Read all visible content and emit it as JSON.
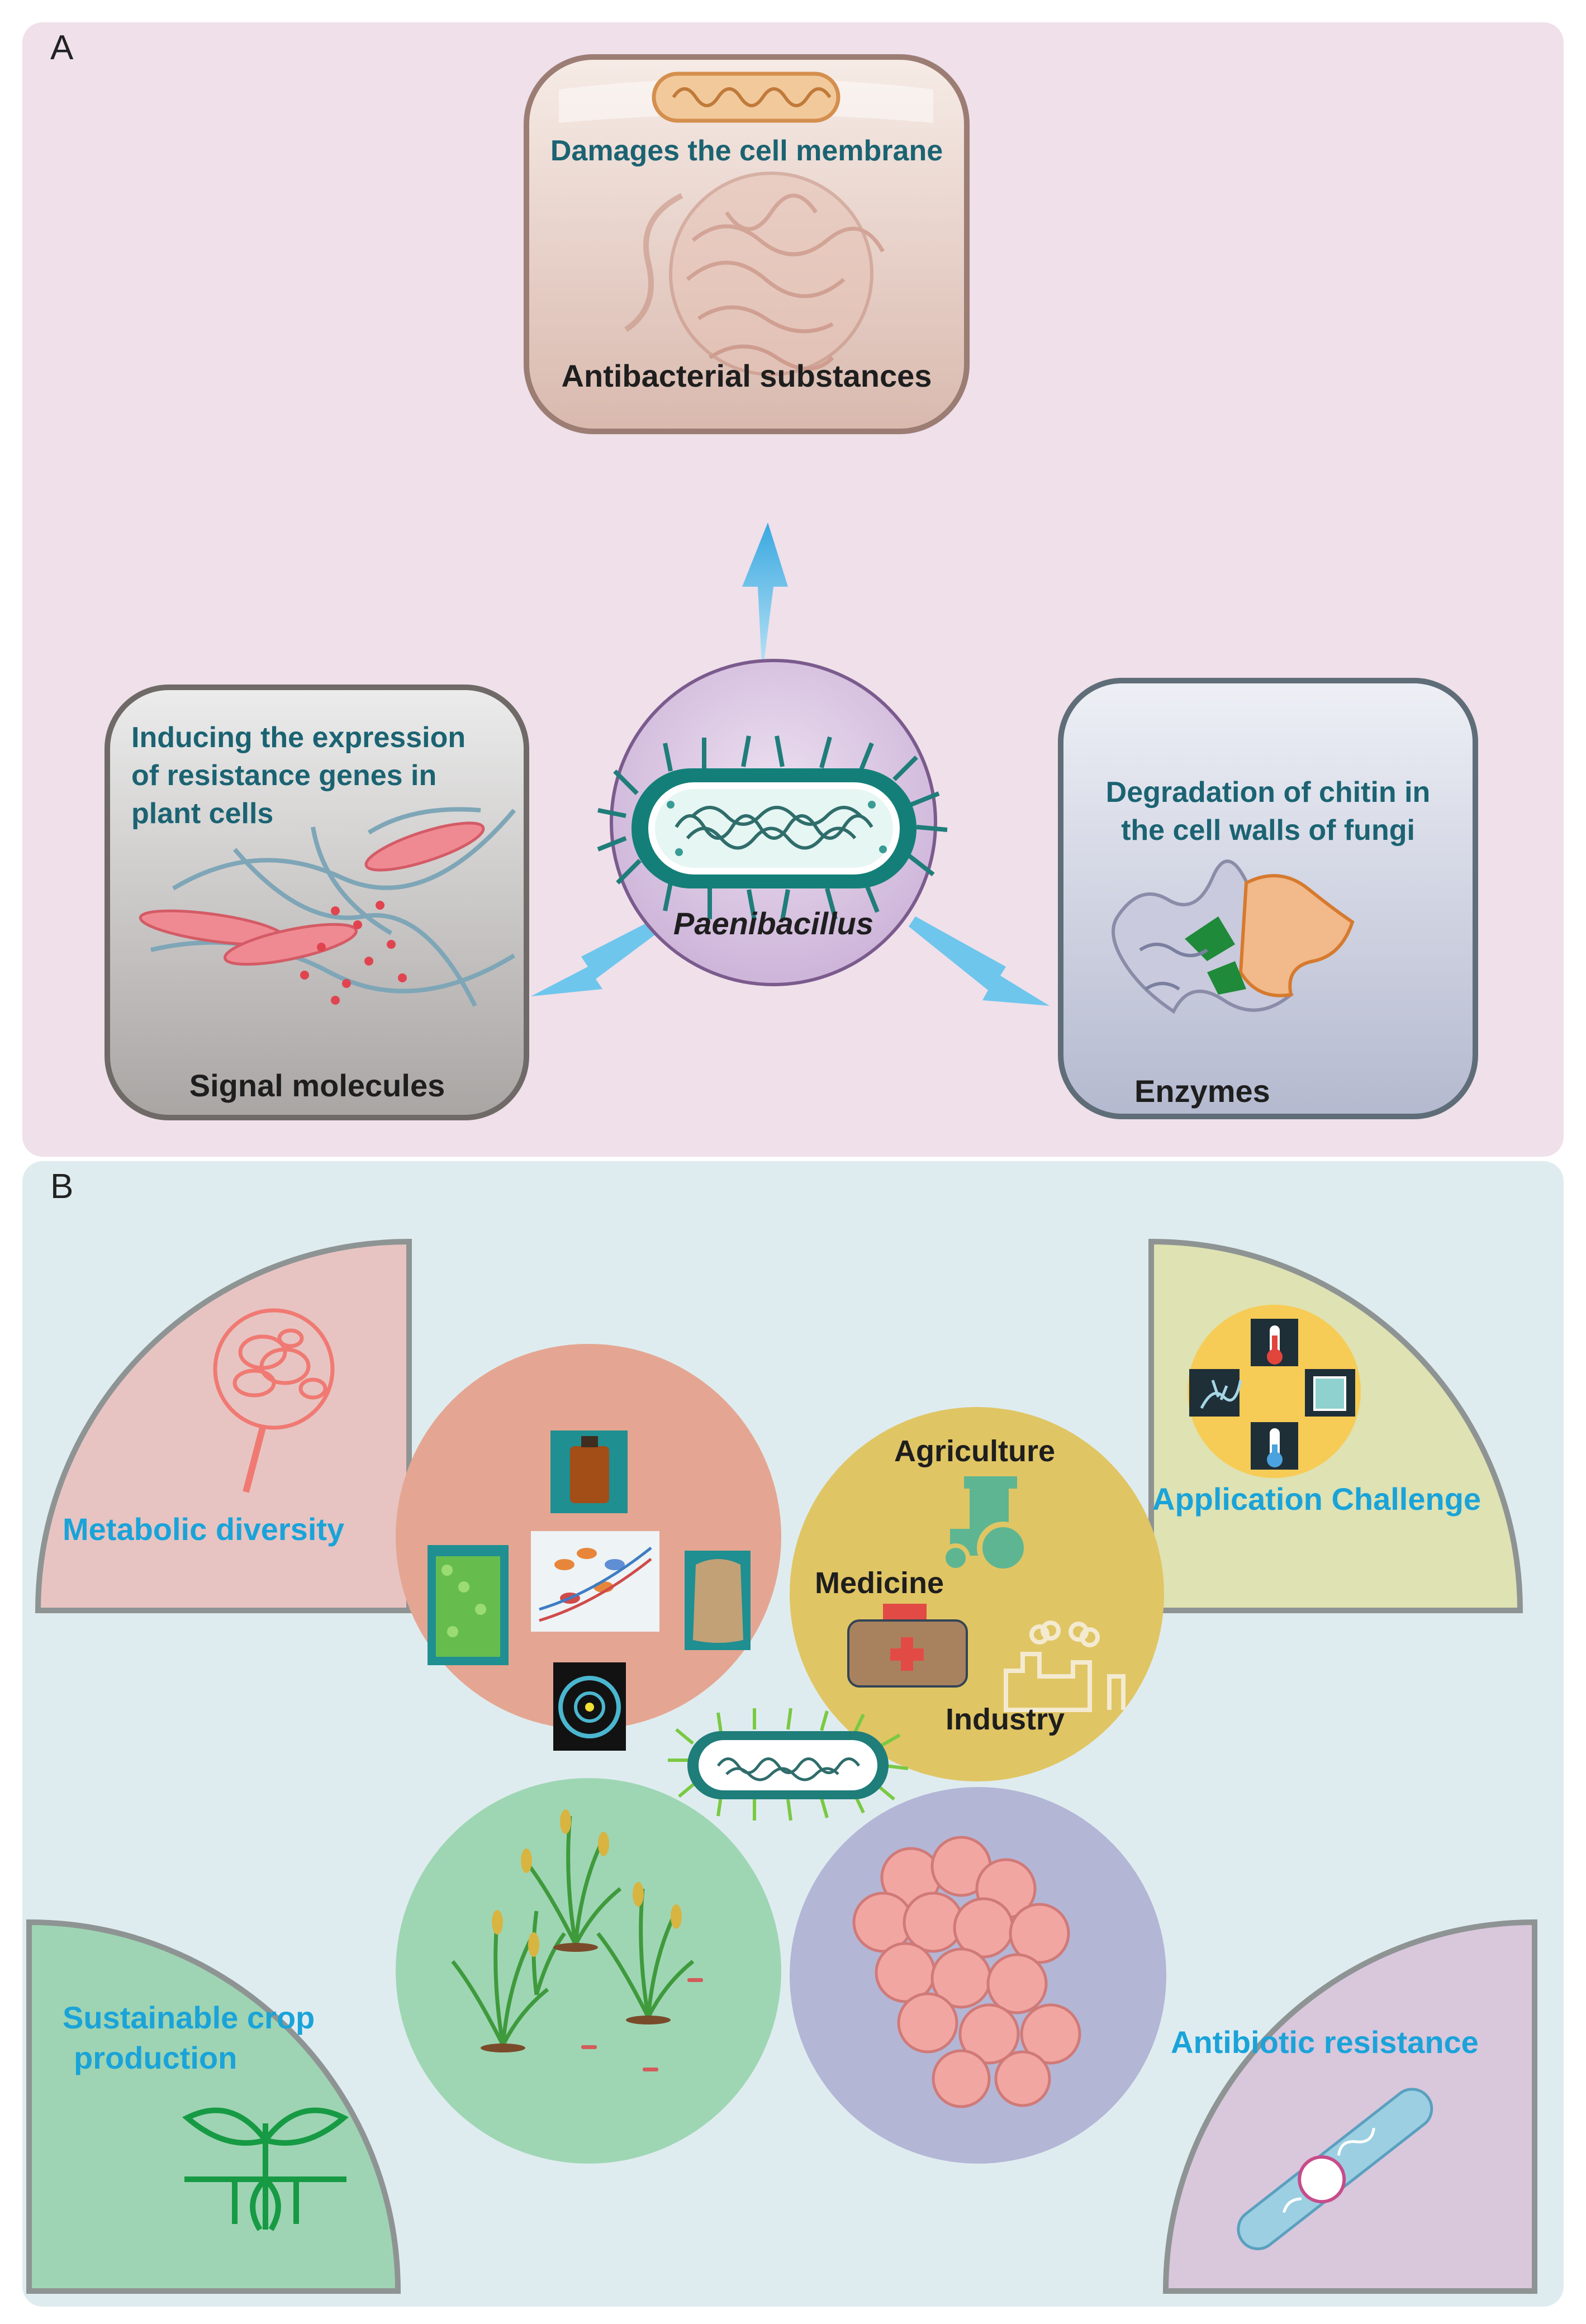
{
  "panelA": {
    "letter": "A",
    "center_label": "Paenibacillus",
    "top": {
      "effect": "Damages the cell membrane",
      "title": "Antibacterial substances"
    },
    "left": {
      "effect_lines": [
        "Inducing the expression",
        "of resistance genes in",
        "plant cells"
      ],
      "title": "Signal molecules"
    },
    "right": {
      "effect_lines": [
        "Degradation of chitin in",
        "the cell walls of fungi"
      ],
      "title": "Enzymes"
    }
  },
  "panelB": {
    "letter": "B",
    "metabolic": "Metabolic diversity",
    "challenge": "Application Challenge",
    "crop_lines": [
      "Sustainable crop",
      "production"
    ],
    "antibiotic": "Antibiotic resistance",
    "fields": {
      "agriculture": "Agriculture",
      "medicine": "Medicine",
      "industry": "Industry"
    }
  },
  "colors": {
    "panelA_bg": "#efe0ea",
    "panelB_bg": "#dfecef",
    "teal_text": "#1b6372",
    "blue_text": "#1aa3d9",
    "arrow": "#6ec6ec"
  },
  "icons": [
    "bacterium-icon",
    "chitinase-protein-icon",
    "fibroblast-cells-icon",
    "magnifier-icon",
    "thermometer-icon",
    "tractor-icon",
    "medical-kit-icon",
    "factory-icon",
    "rice-plant-icon",
    "sprout-icon",
    "plasmid-icon",
    "cell-cluster-icon"
  ]
}
